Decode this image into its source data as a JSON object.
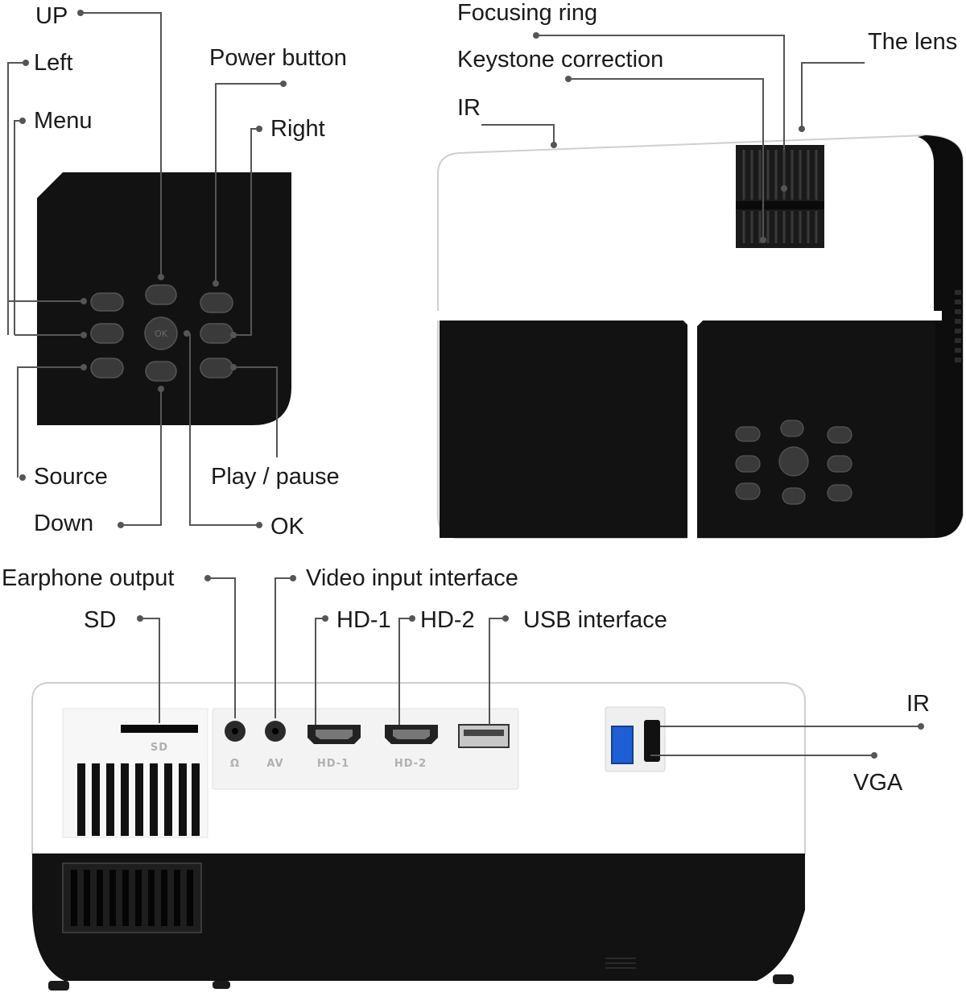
{
  "labels": {
    "up": "UP",
    "left": "Left",
    "menu": "Menu",
    "power_button": "Power button",
    "right": "Right",
    "source": "Source",
    "down": "Down",
    "play_pause": "Play / pause",
    "ok": "OK",
    "focusing_ring": "Focusing ring",
    "keystone_correction": "Keystone correction",
    "the_lens": "The lens",
    "ir_top": "IR",
    "earphone_output": "Earphone output",
    "video_input_interface": "Video input interface",
    "sd": "SD",
    "hd1": "HD-1",
    "hd2": "HD-2",
    "usb_interface": "USB interface",
    "ir_side": "IR",
    "vga": "VGA"
  },
  "port_markings": {
    "sd": "SD",
    "headphone": "Ω",
    "av": "AV",
    "hd1": "HD-1",
    "hd2": "HD-2"
  },
  "key_markings": {
    "ok": "OK"
  },
  "colors": {
    "body_white": "#ffffff",
    "panel_black": "#121212",
    "leader_line": "#555555",
    "vga_blue": "#1f5fd6"
  }
}
